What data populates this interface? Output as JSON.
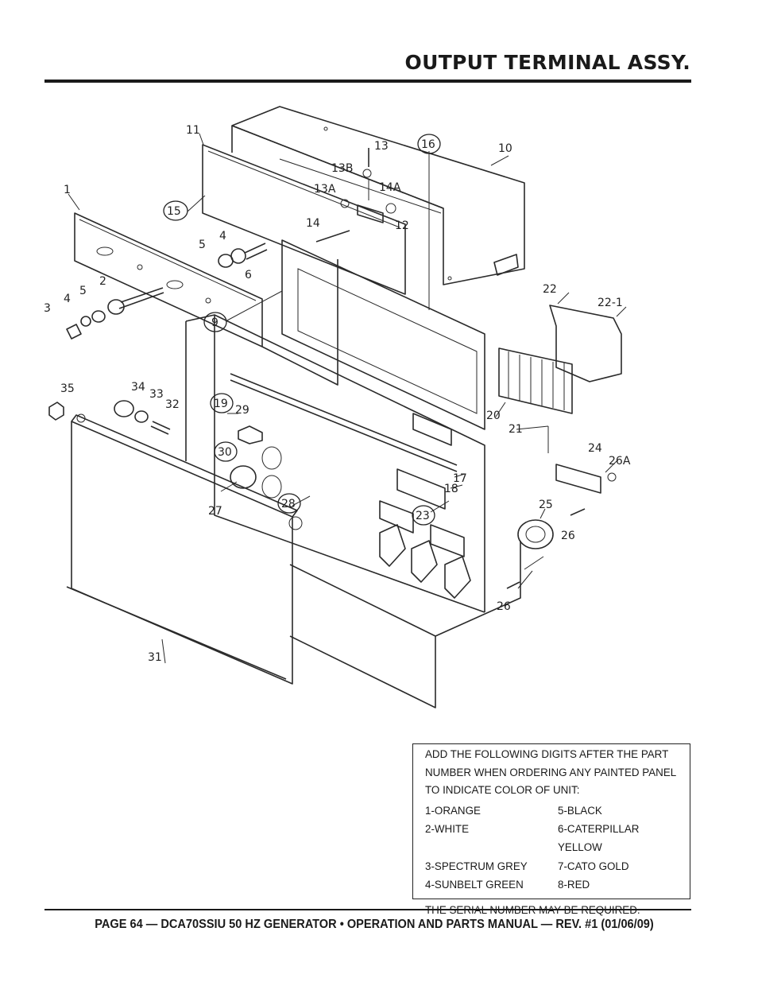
{
  "header": {
    "title": "OUTPUT TERMINAL ASSY."
  },
  "diagram": {
    "labels": {
      "p1": "1",
      "p2": "2",
      "p3": "3",
      "p4a": "4",
      "p4b": "4",
      "p5a": "5",
      "p5b": "5",
      "p6": "6",
      "p9": "9",
      "p10": "10",
      "p11": "11",
      "p12": "12",
      "p13": "13",
      "p13a": "13A",
      "p13b": "13B",
      "p14": "14",
      "p14a": "14A",
      "p15": "15",
      "p16": "16",
      "p17": "17",
      "p18": "18",
      "p19": "19",
      "p20": "20",
      "p21": "21",
      "p22": "22",
      "p22_1": "22-1",
      "p23": "23",
      "p24": "24",
      "p25": "25",
      "p26a": "26",
      "p26b": "26",
      "p26c": "26A",
      "p27": "27",
      "p28": "28",
      "p29": "29",
      "p30": "30",
      "p31": "31",
      "p32": "32",
      "p33": "33",
      "p34": "34",
      "p35": "35"
    }
  },
  "color_note": {
    "intro": "ADD THE FOLLOWING DIGITS AFTER THE PART NUMBER WHEN ORDERING ANY PAINTED PANEL TO INDICATE COLOR OF UNIT:",
    "colors": [
      "1-ORANGE",
      "5-BLACK",
      "2-WHITE",
      "6-CATERPILLAR YELLOW",
      "3-SPECTRUM GREY",
      "7-CATO GOLD",
      "4-SUNBELT GREEN",
      "8-RED"
    ],
    "footer_note": "THE SERIAL NUMBER MAY BE REQUIRED."
  },
  "footer": {
    "text": "PAGE 64 — DCA70SSIU 50 HZ GENERATOR • OPERATION AND PARTS MANUAL — REV. #1 (01/06/09)"
  }
}
